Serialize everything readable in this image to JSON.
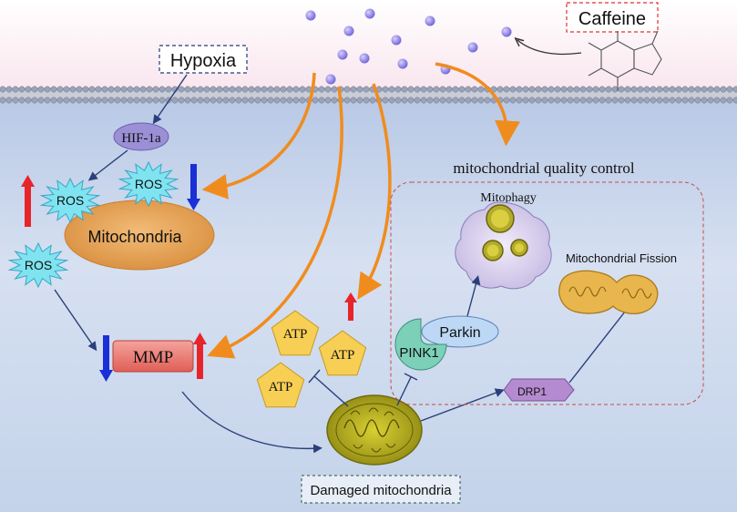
{
  "labels": {
    "caffeine": "Caffeine",
    "hypoxia": "Hypoxia",
    "hif": "HIF-1a",
    "ros_left": "ROS",
    "ros_right": "ROS",
    "ros_lower": "ROS",
    "mitochondria": "Mitochondria",
    "mmp": "MMP",
    "atp_1": "ATP",
    "atp_2": "ATP",
    "atp_3": "ATP",
    "quality_control": "mitochondrial quality control",
    "mitophagy": "Mitophagy",
    "mitochondrial_fission": "Mitochondrial Fission",
    "parkin": "Parkin",
    "pink1": "PINK1",
    "drp1": "DRP1",
    "damaged_mitochondria": "Damaged mitochondria"
  },
  "colors": {
    "increase_arrow": "#e8242b",
    "decrease_arrow": "#1a2fd6",
    "caffeine_arrow": "#f08c1e",
    "pathway_arrow": "#2a3f7a",
    "caffeine_particle": "#8a7fe0",
    "ros_burst": "#7fe3f0",
    "atp": "#f7cf55",
    "mmp": "#ee7b73",
    "mitochondria_body": "#e8a657"
  }
}
